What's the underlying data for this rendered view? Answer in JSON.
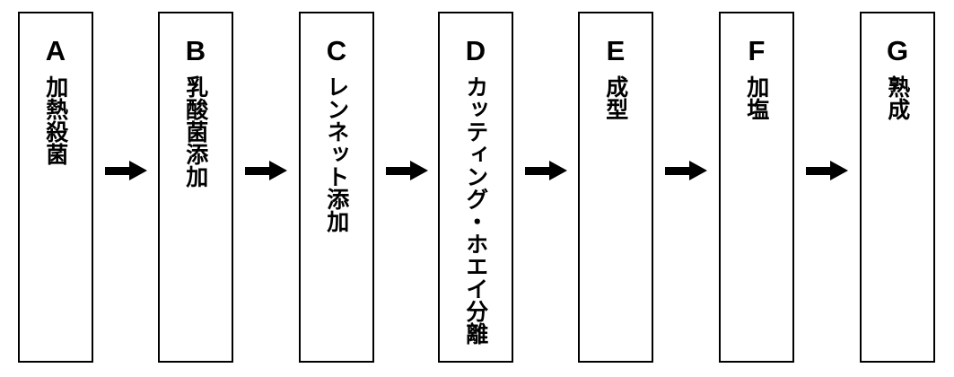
{
  "diagram": {
    "type": "process-flowchart",
    "orientation": "left-to-right",
    "title": "",
    "background_color": "#ffffff",
    "line_color": "#000000",
    "box_count": 7,
    "arrow_count": 6,
    "steps": [
      {
        "letter": "A",
        "label": "加熱殺菌"
      },
      {
        "letter": "B",
        "label": "乳酸菌添加"
      },
      {
        "letter": "C",
        "label": "レンネット添加"
      },
      {
        "letter": "D",
        "label": "カッティング・ホエイ分離"
      },
      {
        "letter": "E",
        "label": "成型"
      },
      {
        "letter": "F",
        "label": "加塩"
      },
      {
        "letter": "G",
        "label": "熟成"
      }
    ],
    "arrows": [
      {
        "from": "A",
        "to": "B",
        "glyph": "arrow-right"
      },
      {
        "from": "B",
        "to": "C",
        "glyph": "arrow-right"
      },
      {
        "from": "C",
        "to": "D",
        "glyph": "arrow-right"
      },
      {
        "from": "D",
        "to": "E",
        "glyph": "arrow-right"
      },
      {
        "from": "E",
        "to": "F",
        "glyph": "arrow-right"
      },
      {
        "from": "F",
        "to": "G",
        "glyph": "arrow-right"
      }
    ]
  }
}
